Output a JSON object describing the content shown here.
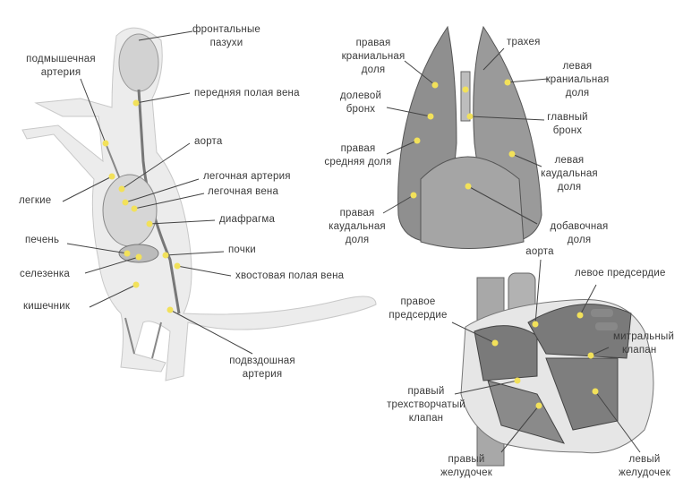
{
  "cat": {
    "frontal_sinuses": [
      "фронтальные",
      "пазухи"
    ],
    "axillary_artery": [
      "подмышечная",
      "артерия"
    ],
    "anterior_vena_cava": "передняя полая вена",
    "aorta": "аорта",
    "pulmonary_artery": "легочная артерия",
    "pulmonary_vein": "легочная вена",
    "lungs": "легкие",
    "diaphragm": "диафрагма",
    "liver": "печень",
    "kidneys": "почки",
    "spleen": "селезенка",
    "posterior_vena_cava": "хвостовая полая вена",
    "intestine": "кишечник",
    "iliac_artery": [
      "подвздошная",
      "артерия"
    ]
  },
  "lungs": {
    "right_cranial": [
      "правая",
      "краниальная",
      "доля"
    ],
    "trachea": "трахея",
    "left_cranial": [
      "левая",
      "краниальная",
      "доля"
    ],
    "lobar_bronchus": [
      "долевой",
      "бронх"
    ],
    "main_bronchus": [
      "главный",
      "бронх"
    ],
    "right_middle": [
      "правая",
      "средняя доля"
    ],
    "left_caudal": [
      "левая",
      "каудальная",
      "доля"
    ],
    "right_caudal": [
      "правая",
      "каудальная",
      "доля"
    ],
    "accessory": [
      "добавочная",
      "доля"
    ]
  },
  "heart": {
    "aorta": "аорта",
    "left_atrium": "левое предсердие",
    "right_atrium": [
      "правое",
      "предсердие"
    ],
    "mitral_valve": [
      "митральный",
      "клапан"
    ],
    "tricuspid": [
      "правый",
      "трехстворчатый",
      "клапан"
    ],
    "right_ventricle": [
      "правый",
      "желудочек"
    ],
    "left_ventricle": [
      "левый",
      "желудочек"
    ]
  },
  "colors": {
    "marker": "#f2e15a",
    "line": "#444444",
    "text": "#3a3a3a"
  }
}
